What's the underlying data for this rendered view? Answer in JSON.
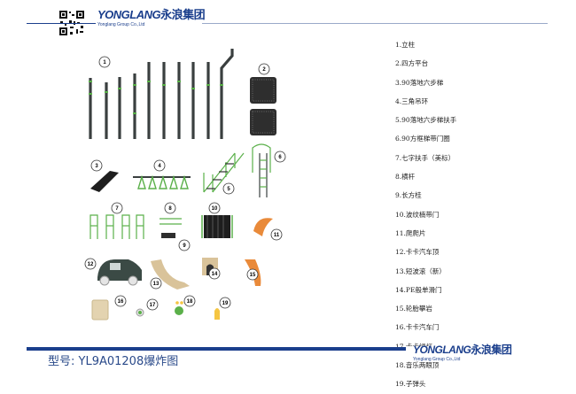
{
  "header": {
    "brand_en": "YONGLANG",
    "brand_cn": "永浪集团",
    "brand_sub": "Yonglang Group Co.,Ltd"
  },
  "footer": {
    "model_label": "型号: YL9A01208爆炸图",
    "brand_en": "YONGLANG",
    "brand_cn": "永浪集团",
    "brand_sub": "Yonglang Group Co.,Ltd"
  },
  "parts": [
    "1.立柱",
    "2.四方平台",
    "3.90落地六步梯",
    "4.三角吊环",
    "5.90落地六步梯扶手",
    "6.90方框梯带门圈",
    "7.七字扶手（美标）",
    "8.横杆",
    "9.长方桂",
    "10.波纹楠带门",
    "11.爬爬片",
    "12.卡卡汽车顶",
    "13.短波滚（新）",
    "14.PE般单滑门",
    "15.轮胎攀岩",
    "16.卡卡汽车门",
    "17.卡卡绿灯",
    "18.音乐两眼顶",
    "19.子弹头"
  ],
  "callouts": [
    "1",
    "2",
    "3",
    "4",
    "5",
    "6",
    "7",
    "8",
    "9",
    "10",
    "11",
    "12",
    "13",
    "14",
    "15",
    "16",
    "17",
    "18",
    "19"
  ],
  "colors": {
    "brand_blue": "#1a3e8c",
    "post_dark": "#3a3f3f",
    "accent_green": "#5bb04a",
    "slide_tan": "#d9c39a",
    "orange": "#e98a3a"
  }
}
